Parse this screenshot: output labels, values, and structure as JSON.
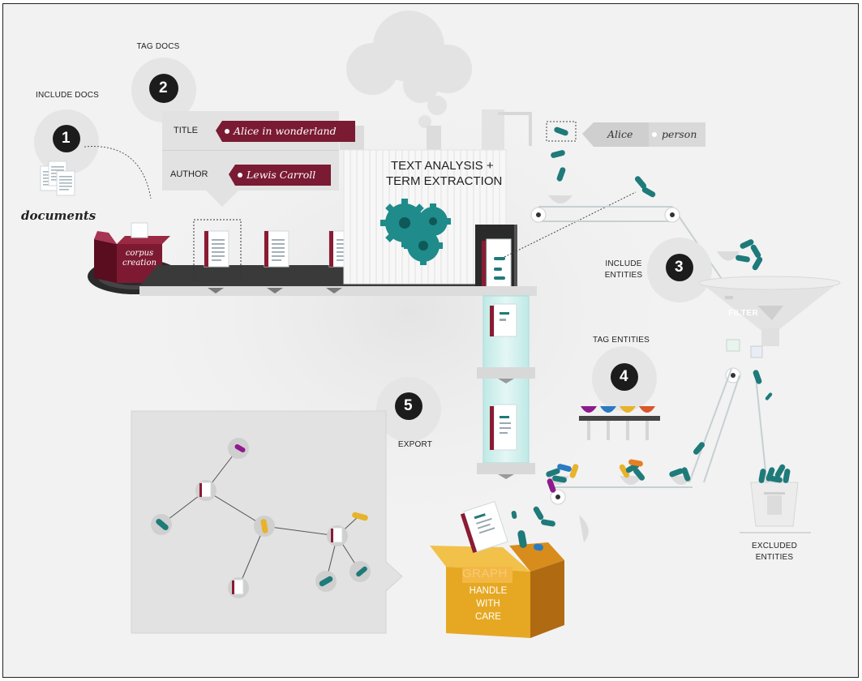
{
  "steps": [
    {
      "num": "1",
      "label": "INCLUDE DOCS"
    },
    {
      "num": "2",
      "label": "TAG DOCS"
    },
    {
      "num": "3",
      "label_line1": "INCLUDE",
      "label_line2": "ENTITIES"
    },
    {
      "num": "4",
      "label": "TAG ENTITIES"
    },
    {
      "num": "5",
      "label": "EXPORT"
    }
  ],
  "documents_label": "documents",
  "corpus": {
    "line1": "corpus",
    "line2": "creation"
  },
  "doc_tags": [
    {
      "key": "TITLE",
      "value": "Alice in wonderland"
    },
    {
      "key": "AUTHOR",
      "value": "Lewis Carroll"
    }
  ],
  "factory": {
    "line1": "TEXT ANALYSIS +",
    "line2": "TERM EXTRACTION"
  },
  "entity_tag": {
    "name": "Alice",
    "type": "person"
  },
  "filter_label": "FILTER",
  "excluded": {
    "line1": "EXCLUDED",
    "line2": "ENTITIES"
  },
  "box": {
    "graph": "GRAPH",
    "line1": "HANDLE",
    "line2": "WITH",
    "line3": "CARE"
  },
  "colors": {
    "teal": "#1f7a7a",
    "maroon": "#7a1a33",
    "yellow": "#e8b32a",
    "purple": "#8e1a8e",
    "orange": "#e67e22",
    "blue": "#2a7ac4"
  },
  "icons": [
    "document-icon",
    "gear-icon",
    "cloud-icon",
    "funnel-icon",
    "trash-icon",
    "box-icon",
    "entity-pill-icon"
  ]
}
